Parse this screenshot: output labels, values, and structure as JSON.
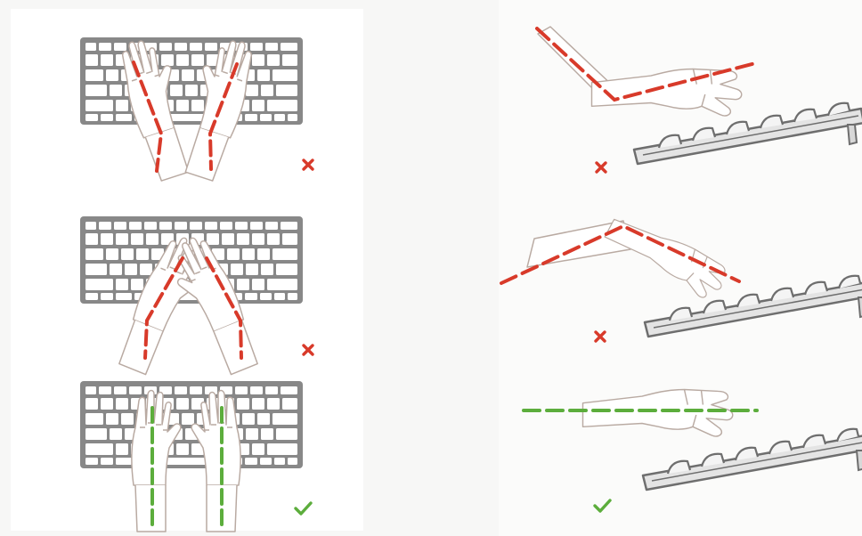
{
  "colors": {
    "background": "#f7f7f6",
    "panel": "#ffffff",
    "keyboard_body": "#888888",
    "key_face": "#ffffff",
    "side_keyboard_face": "#e4e4e4",
    "hand_outline": "#b9aaa2",
    "hand_fill": "#ffffff",
    "wrong_line": "#d83a2a",
    "correct_line": "#5cad3c",
    "wrong_mark": "#d83a2a",
    "correct_mark": "#5cad3c"
  },
  "top_view": {
    "items": [
      {
        "id": "ulnar-deviation",
        "status": "wrong",
        "icon": "cross-mark-icon"
      },
      {
        "id": "radial-deviation",
        "status": "wrong",
        "icon": "cross-mark-icon"
      },
      {
        "id": "neutral-straight",
        "status": "correct",
        "icon": "check-mark-icon"
      }
    ]
  },
  "side_view": {
    "items": [
      {
        "id": "wrist-extension",
        "status": "wrong",
        "icon": "cross-mark-icon"
      },
      {
        "id": "wrist-flexion",
        "status": "wrong",
        "icon": "cross-mark-icon"
      },
      {
        "id": "neutral-level",
        "status": "correct",
        "icon": "check-mark-icon"
      }
    ]
  }
}
